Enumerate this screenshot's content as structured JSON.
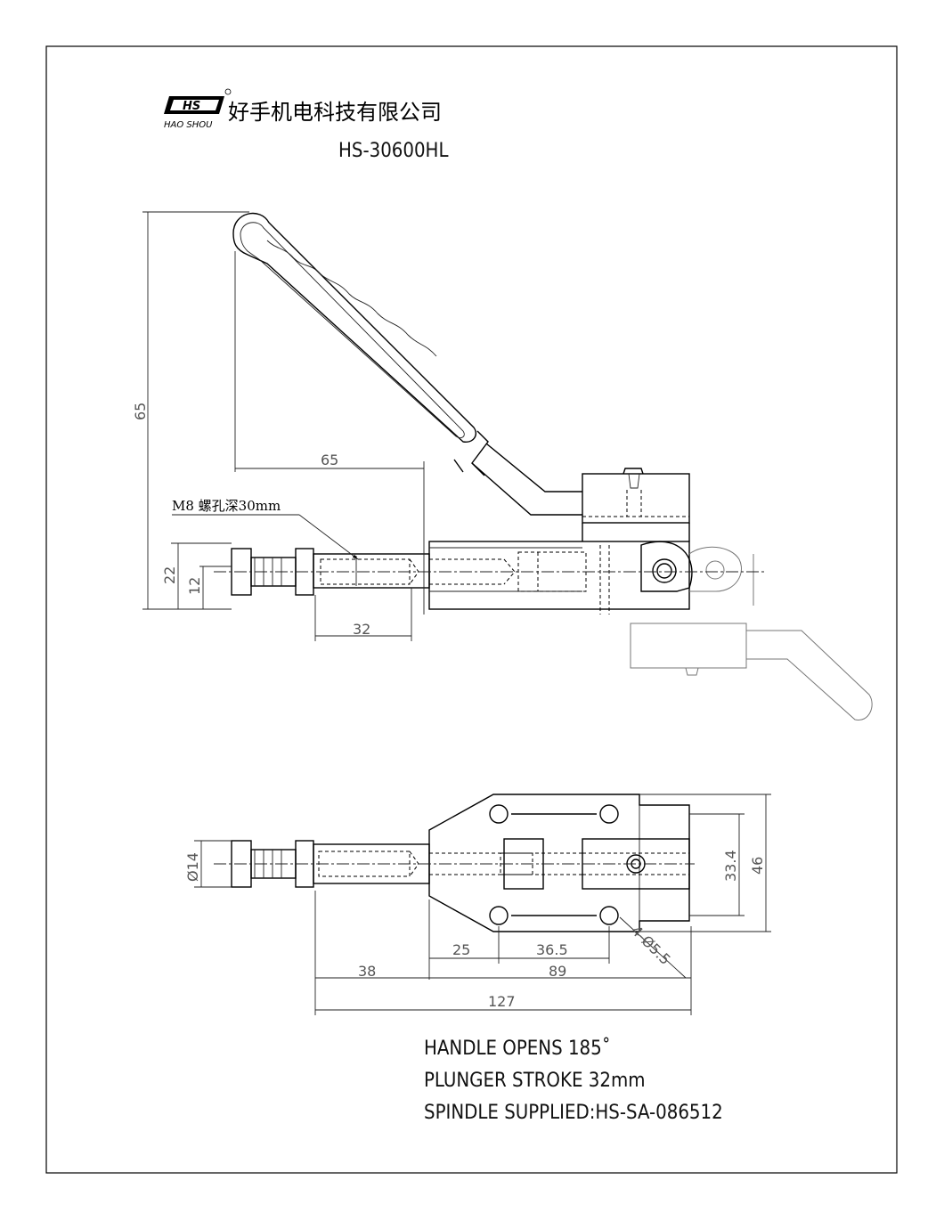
{
  "header": {
    "logo_text": "HS",
    "logo_sub": "HAO SHOU",
    "company": "好手机电科技有限公司",
    "model": "HS-30600HL"
  },
  "side_view": {
    "dim_height_total": "65",
    "dim_width_handle": "65",
    "thread_note": "M8  螺孔深30mm",
    "dim_22": "22",
    "dim_12": "12",
    "dim_32": "32"
  },
  "top_view": {
    "dim_dia14": "Ø14",
    "dim_33_4": "33.4",
    "dim_46": "46",
    "dim_25": "25",
    "dim_36_5": "36.5",
    "dim_hole": "4-Ø5.5",
    "dim_38": "38",
    "dim_89": "89",
    "dim_127": "127"
  },
  "notes": {
    "line1": "HANDLE OPENS 185˚",
    "line2": "PLUNGER STROKE   32mm",
    "line3": "SPINDLE SUPPLIED:HS-SA-086512"
  }
}
